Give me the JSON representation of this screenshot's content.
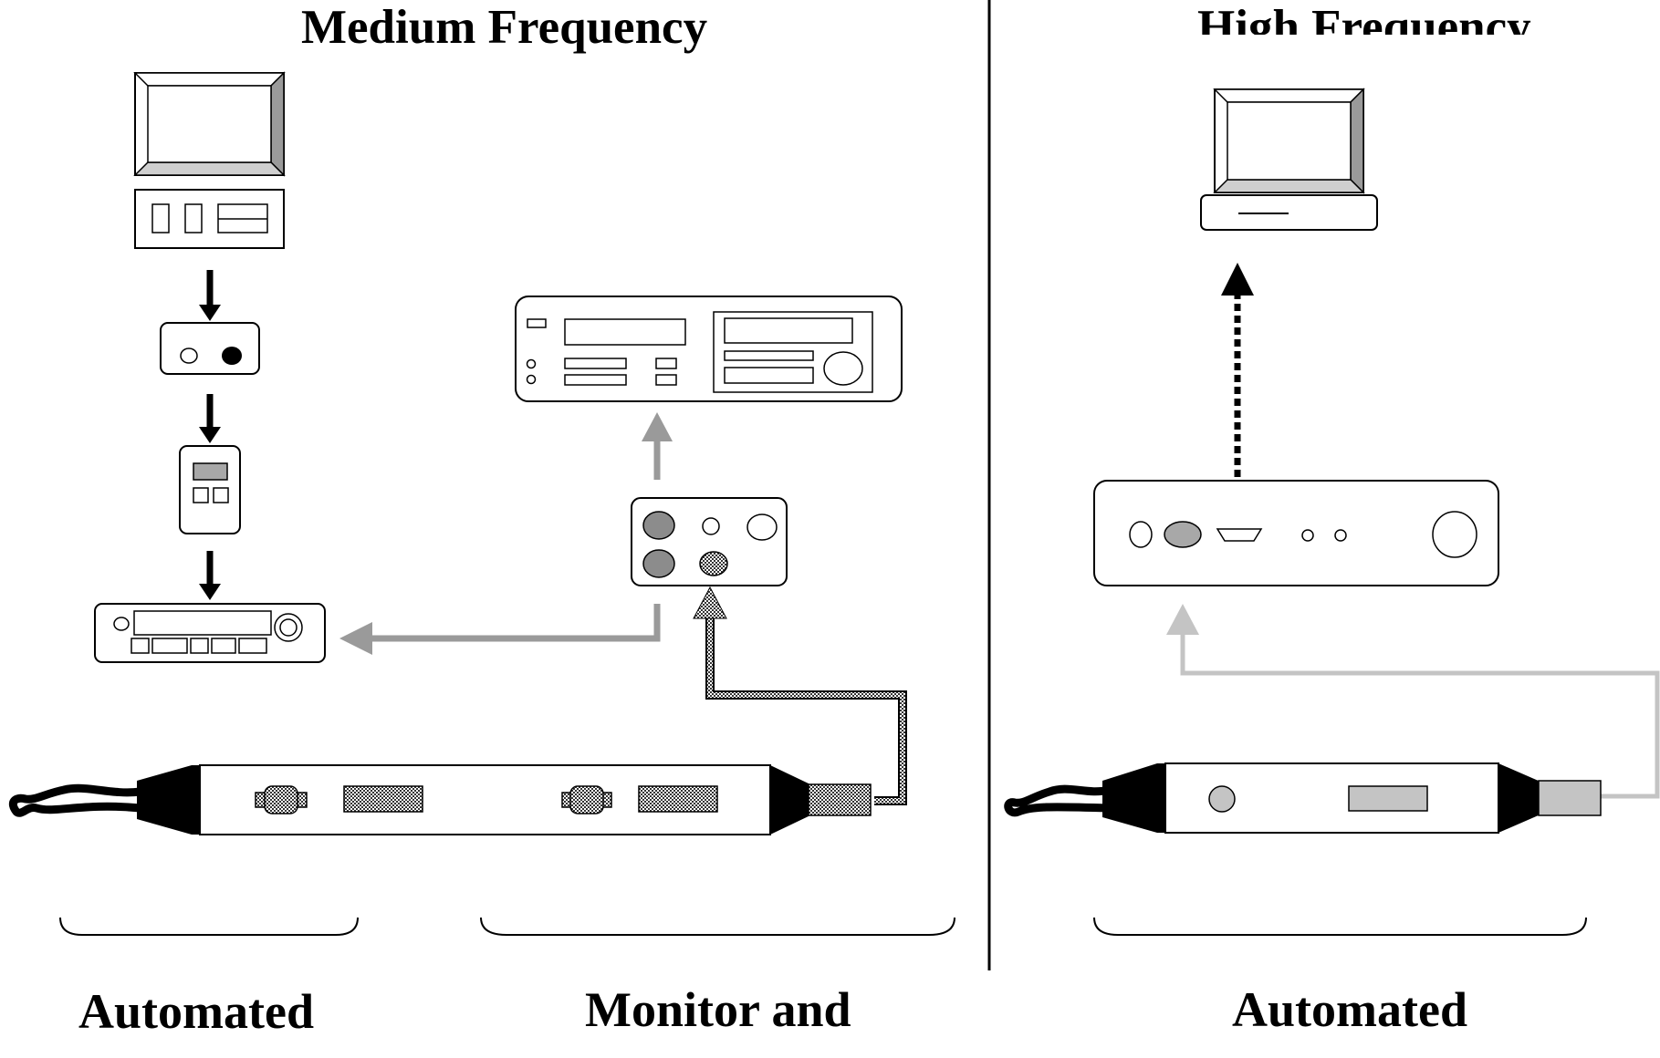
{
  "titles": {
    "medium": "Medium Frequency",
    "high": "High Frequency"
  },
  "labels": {
    "automated_left": "Automated",
    "monitor": "Monitor and",
    "automated_right": "Automated"
  },
  "colors": {
    "line": "#000000",
    "arrow_dark": "#000000",
    "arrow_gray": "#9a9a9a",
    "arrow_light": "#c4c4c4",
    "fill_gray": "#a8a8a8",
    "fill_mid": "#8c8c8c"
  }
}
